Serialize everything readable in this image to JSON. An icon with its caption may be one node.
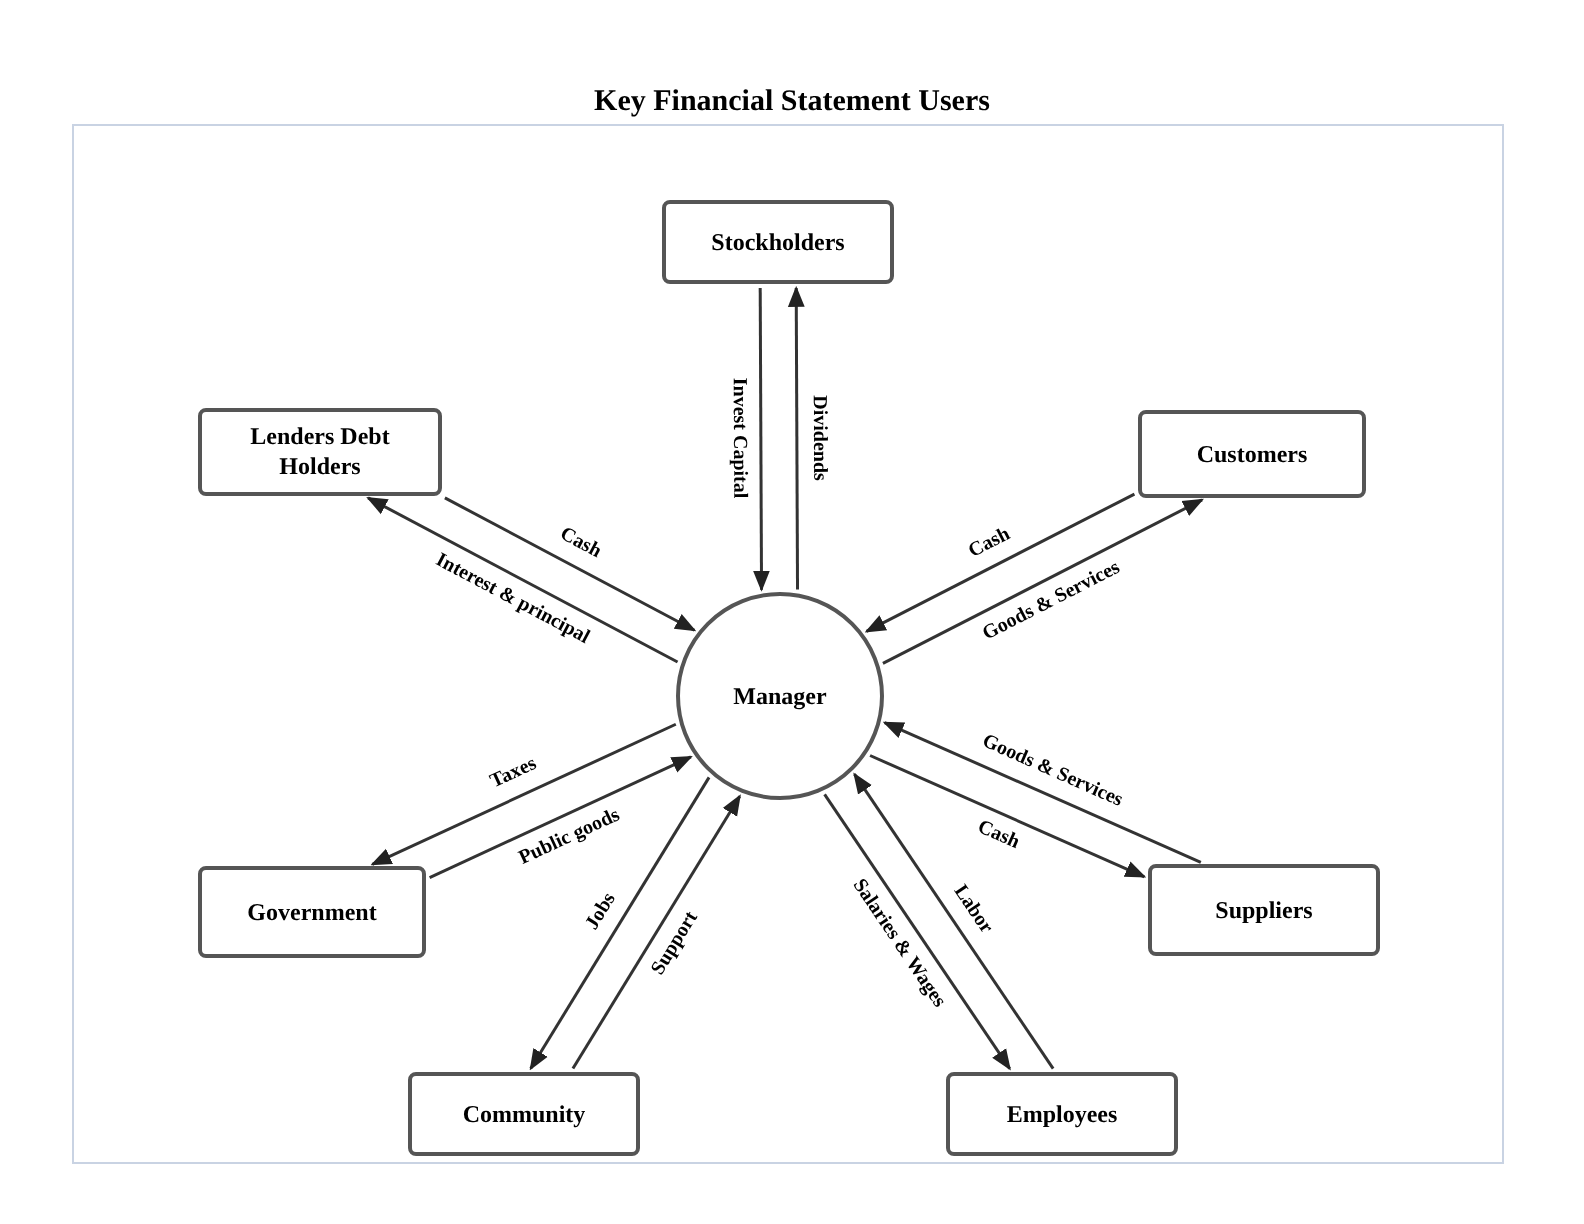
{
  "diagram": {
    "title": "Key Financial Statement Users",
    "nodes": [
      {
        "text": [
          "Stockholders"
        ]
      },
      {
        "text": [
          "Lenders Debt Holders"
        ]
      },
      {
        "text": [
          "Customers"
        ]
      },
      {
        "text": [
          "Manager"
        ]
      },
      {
        "text": [
          "Government"
        ]
      },
      {
        "text": [
          "Suppliers"
        ]
      },
      {
        "text": [
          "Community"
        ]
      },
      {
        "text": [
          "Employees"
        ]
      }
    ],
    "edges": [
      {
        "from": 0,
        "to": 3,
        "arrow": "to",
        "label": "Invest Capital"
      },
      {
        "from": 3,
        "to": 0,
        "arrow": "to",
        "label": "Dividends"
      },
      {
        "from": 1,
        "to": 3,
        "arrow": "to",
        "label": "Cash"
      },
      {
        "from": 3,
        "to": 1,
        "arrow": "to",
        "label": "Interest & principal"
      },
      {
        "from": 2,
        "to": 3,
        "arrow": "to",
        "label": "Cash"
      },
      {
        "from": 3,
        "to": 2,
        "arrow": "to",
        "label": "Goods & Services"
      },
      {
        "from": 3,
        "to": 4,
        "arrow": "to",
        "label": "Taxes"
      },
      {
        "from": 4,
        "to": 3,
        "arrow": "to",
        "label": "Public goods"
      },
      {
        "from": 5,
        "to": 3,
        "arrow": "to",
        "label": "Goods & Services"
      },
      {
        "from": 3,
        "to": 5,
        "arrow": "to",
        "label": "Cash"
      },
      {
        "from": 3,
        "to": 6,
        "arrow": "to",
        "label": "Jobs"
      },
      {
        "from": 6,
        "to": 3,
        "arrow": "to",
        "label": "Support"
      },
      {
        "from": 3,
        "to": 7,
        "arrow": "to",
        "label": "Salaries & Wages"
      },
      {
        "from": 7,
        "to": 3,
        "arrow": "to",
        "label": "Labor"
      }
    ]
  }
}
